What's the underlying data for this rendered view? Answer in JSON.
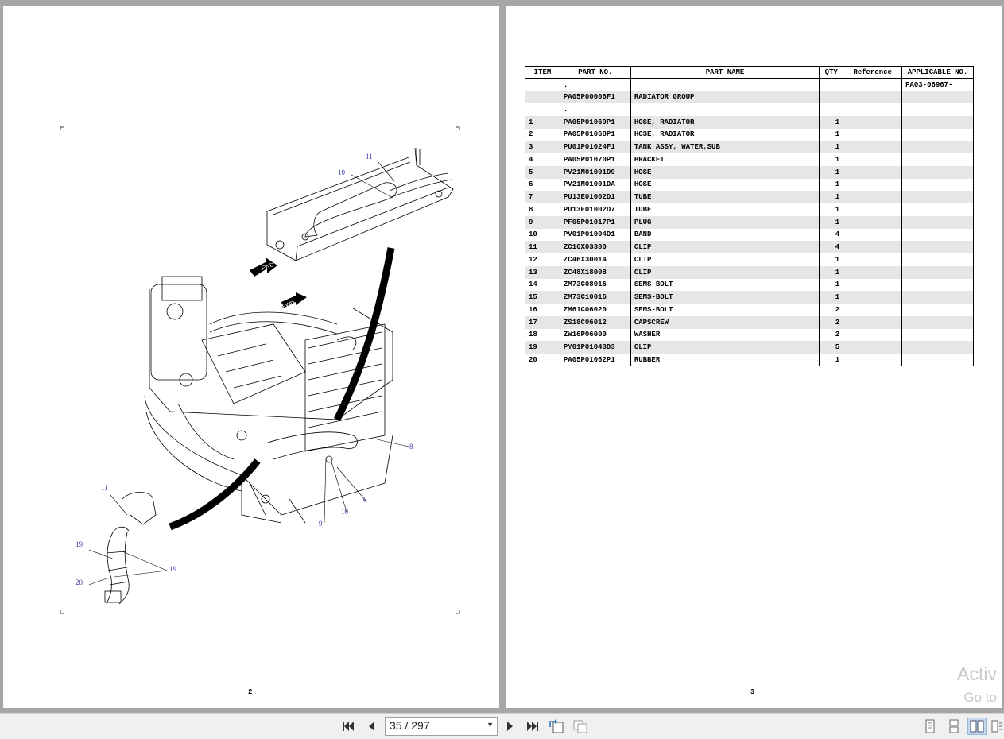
{
  "left_page": {
    "page_number": "2",
    "callouts": [
      "11",
      "10",
      "8",
      "6",
      "10",
      "9",
      "11",
      "19",
      "19",
      "20"
    ]
  },
  "right_page": {
    "page_number": "3",
    "columns": [
      "ITEM",
      "PART NO.",
      "PART NAME",
      "QTY",
      "Reference",
      "APPLICABLE NO."
    ],
    "rows": [
      {
        "item": "",
        "part": ".",
        "name": "",
        "qty": "",
        "ref": "",
        "app": "PA03-06967-"
      },
      {
        "item": "",
        "part": "PA05P00006F1",
        "name": "RADIATOR GROUP",
        "qty": "",
        "ref": "",
        "app": ""
      },
      {
        "item": "",
        "part": ".",
        "name": "",
        "qty": "",
        "ref": "",
        "app": ""
      },
      {
        "item": "1",
        "part": "PA05P01069P1",
        "name": "HOSE, RADIATOR",
        "qty": "1",
        "ref": "",
        "app": ""
      },
      {
        "item": "2",
        "part": "PA05P01068P1",
        "name": "HOSE, RADIATOR",
        "qty": "1",
        "ref": "",
        "app": ""
      },
      {
        "item": "3",
        "part": "PU01P01024F1",
        "name": "TANK ASSY, WATER,SUB",
        "qty": "1",
        "ref": "",
        "app": ""
      },
      {
        "item": "4",
        "part": "PA05P01070P1",
        "name": "BRACKET",
        "qty": "1",
        "ref": "",
        "app": ""
      },
      {
        "item": "5",
        "part": "PV21M01001D9",
        "name": "HOSE",
        "qty": "1",
        "ref": "",
        "app": ""
      },
      {
        "item": "6",
        "part": "PV21M01001DA",
        "name": "HOSE",
        "qty": "1",
        "ref": "",
        "app": ""
      },
      {
        "item": "7",
        "part": "PU13E01002D1",
        "name": "TUBE",
        "qty": "1",
        "ref": "",
        "app": ""
      },
      {
        "item": "8",
        "part": "PU13E01002D7",
        "name": "TUBE",
        "qty": "1",
        "ref": "",
        "app": ""
      },
      {
        "item": "9",
        "part": "PF05P01017P1",
        "name": "PLUG",
        "qty": "1",
        "ref": "",
        "app": ""
      },
      {
        "item": "10",
        "part": "PV01P01004D1",
        "name": "BAND",
        "qty": "4",
        "ref": "",
        "app": ""
      },
      {
        "item": "11",
        "part": "ZC16X03300",
        "name": "CLIP",
        "qty": "4",
        "ref": "",
        "app": ""
      },
      {
        "item": "12",
        "part": "ZC46X30014",
        "name": "CLIP",
        "qty": "1",
        "ref": "",
        "app": ""
      },
      {
        "item": "13",
        "part": "ZC48X18008",
        "name": "CLIP",
        "qty": "1",
        "ref": "",
        "app": ""
      },
      {
        "item": "14",
        "part": "ZM73C08016",
        "name": "SEMS-BOLT",
        "qty": "1",
        "ref": "",
        "app": ""
      },
      {
        "item": "15",
        "part": "ZM73C10016",
        "name": "SEMS-BOLT",
        "qty": "1",
        "ref": "",
        "app": ""
      },
      {
        "item": "16",
        "part": "ZM61C06020",
        "name": "SEMS-BOLT",
        "qty": "2",
        "ref": "",
        "app": ""
      },
      {
        "item": "17",
        "part": "ZS18C06012",
        "name": "CAPSCREW",
        "qty": "2",
        "ref": "",
        "app": ""
      },
      {
        "item": "18",
        "part": "ZW16P06000",
        "name": "WASHER",
        "qty": "2",
        "ref": "",
        "app": ""
      },
      {
        "item": "19",
        "part": "PY01P01043D3",
        "name": "CLIP",
        "qty": "5",
        "ref": "",
        "app": ""
      },
      {
        "item": "20",
        "part": "PA05P01062P1",
        "name": "RUBBER",
        "qty": "1",
        "ref": "",
        "app": ""
      }
    ]
  },
  "diagram_labels": {
    "fwd1": "FWD",
    "fwd2": "FWD"
  },
  "watermark": {
    "line1": "Activ",
    "line2": "Go to"
  },
  "toolbar": {
    "page_indicator": "35 / 297",
    "icons": [
      "first-page-icon",
      "previous-page-icon",
      "next-page-icon",
      "last-page-icon",
      "rotate-icon",
      "rotate-back-icon",
      "single-page-view-icon",
      "continuous-view-icon",
      "two-page-view-icon",
      "more-view-icon"
    ]
  }
}
